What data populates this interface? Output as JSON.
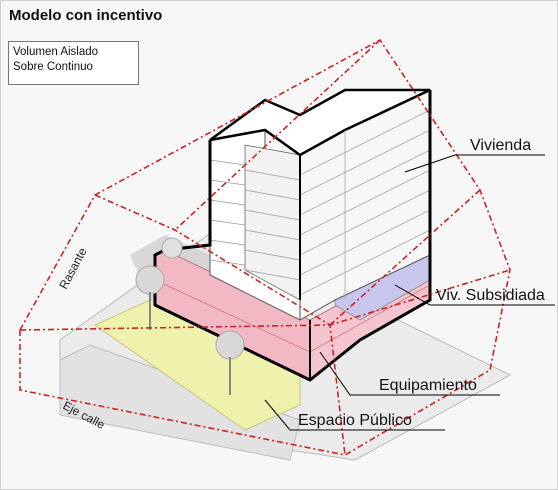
{
  "title": "Modelo con incentivo",
  "legend": {
    "line1": "Volumen Aislado",
    "line2": "Sobre Continuo"
  },
  "labels": {
    "vivienda": "Vivienda",
    "viv_subsidiada": "Viv. Subsidiada",
    "equipamiento": "Equipamiento",
    "espacio_publico": "Espacio Público",
    "rasante": "Rasante",
    "eje_calle": "Eje calle"
  },
  "colors": {
    "equipamiento": "#f2b8c4",
    "viv_subsidiada": "#c8c6ec",
    "espacio_publico": "#eef2ac",
    "rasante_line": "#cc2222",
    "outline": "#000000"
  }
}
